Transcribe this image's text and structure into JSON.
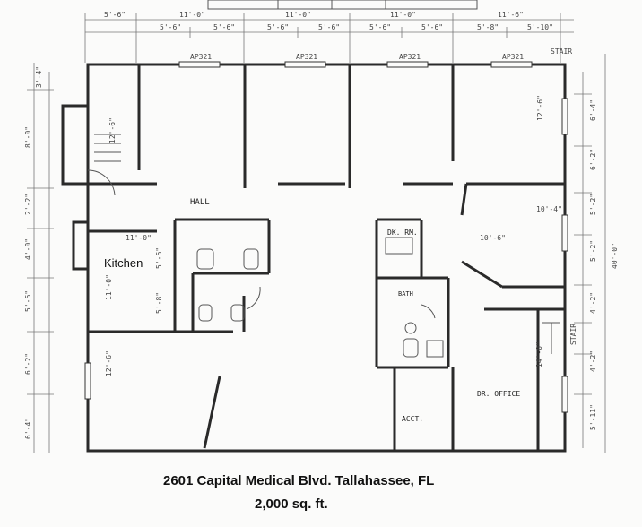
{
  "caption": {
    "address": "2601 Capital Medical Blvd.  Tallahassee, FL",
    "area": "2,000 sq. ft."
  },
  "rooms": {
    "hall": "HALL",
    "kitchen": "Kitchen",
    "dk_rm": "DK. RM.",
    "bath": "BATH",
    "dr_office": "DR. OFFICE",
    "acct": "ACCT."
  },
  "labels": {
    "stair_top": "STAIR",
    "stair_right": "STAIR",
    "window_type": "AP321"
  },
  "dimensions": {
    "top_row": [
      "5'-6\"",
      "11'-0\"",
      "11'-0\"",
      "11'-0\"",
      "11'-6\""
    ],
    "second_row": [
      "5'-6\"",
      "5'-6\"",
      "5'-6\"",
      "5'-6\"",
      "5'-6\"",
      "5'-6\"",
      "5'-8\"",
      "5'-10\""
    ],
    "right_side": [
      "6'-4\"",
      "6'-2\"",
      "5'-2\"",
      "5'-2\"",
      "4'-2\"",
      "4'-2\"",
      "5'-11\""
    ],
    "right_total": "40'-0\"",
    "left_side": [
      "3'-4\"",
      "8'-0\"",
      "2'-2\"",
      "4'-0\"",
      "5'-6\"",
      "6'-2\"",
      "6'-4\""
    ],
    "interior": [
      "12'-6\"",
      "12'-6\"",
      "10'-4\"",
      "10'-6\"",
      "11'-0\"",
      "11'-0\"",
      "5'-6\"",
      "5'-8\"",
      "14'-0\"",
      "12'-6\""
    ]
  }
}
